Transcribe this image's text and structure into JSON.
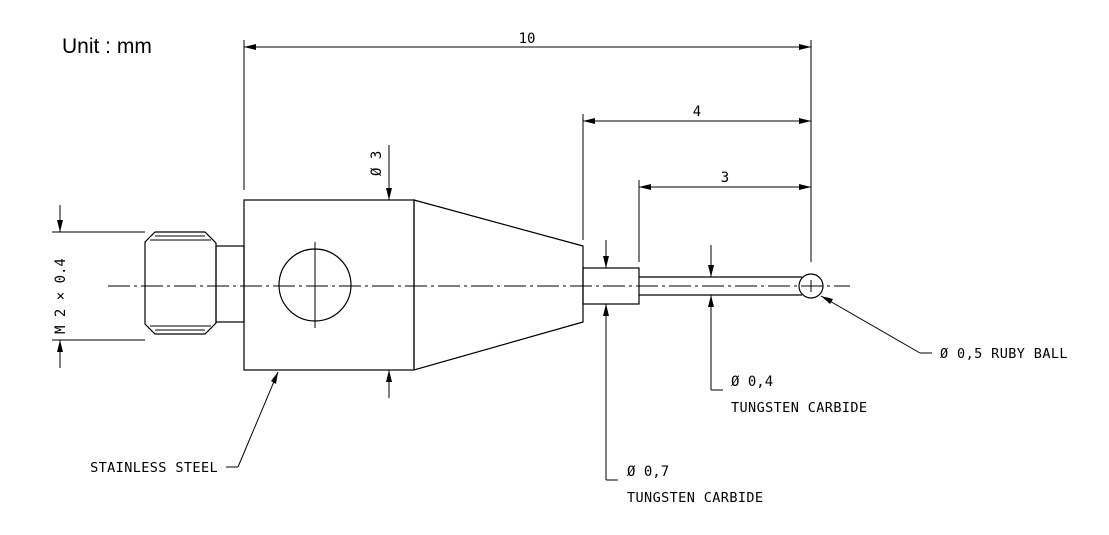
{
  "unit_label": "Unit : mm",
  "dimensions": {
    "overall_length": "10",
    "tip_length": "4",
    "stylus_length": "3",
    "body_diameter": "Ø 3",
    "thread": "M 2 × 0.4"
  },
  "callouts": {
    "ruby_ball": "Ø 0,5 RUBY BALL",
    "stylus_diameter": "Ø 0,4",
    "stylus_material": "TUNGSTEN CARBIDE",
    "neck_diameter": "Ø 0,7",
    "neck_material": "TUNGSTEN CARBIDE",
    "body_material": "STAINLESS STEEL"
  }
}
